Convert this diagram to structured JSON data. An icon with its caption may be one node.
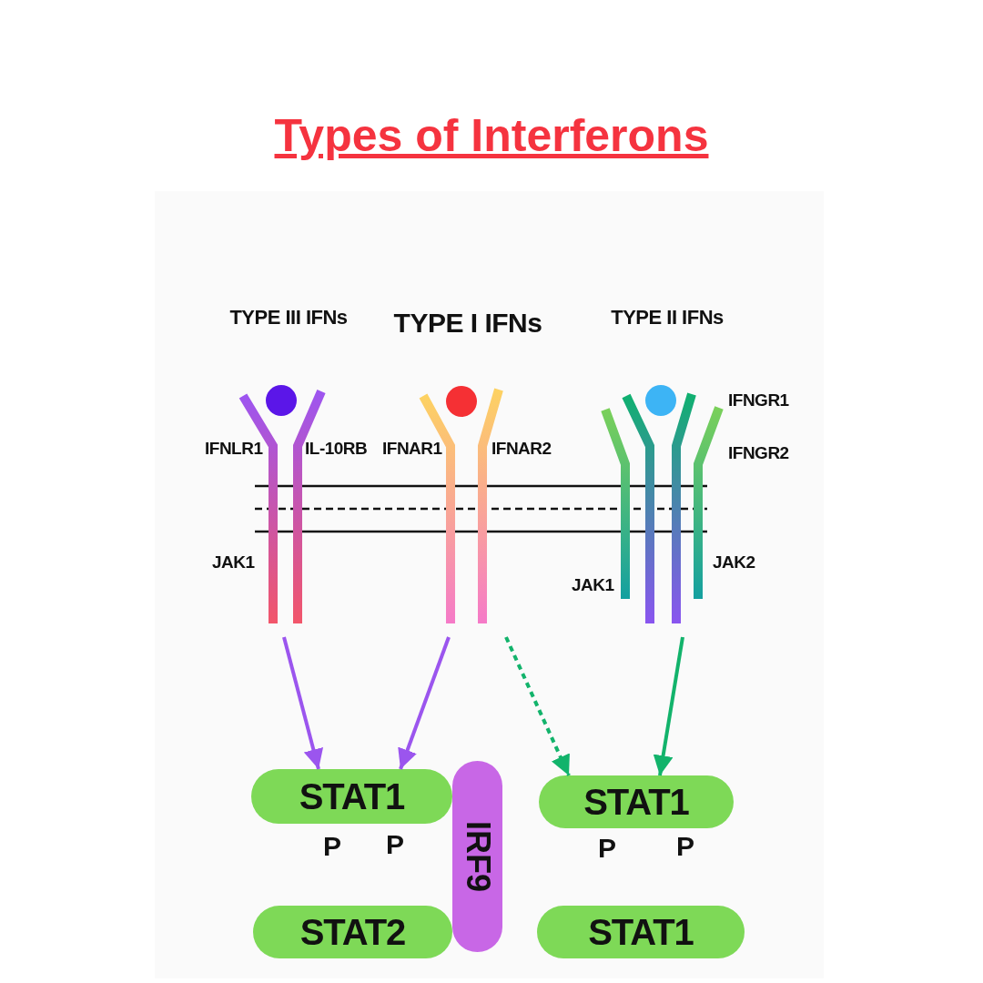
{
  "diagram": {
    "title": "Types of Interferons",
    "nodes": [
      {
        "text": [
          "TYPE III IFNs"
        ],
        "beside": [
          "IFNLR1",
          "IL-10RB",
          "JAK1"
        ]
      },
      {
        "text": [
          "TYPE I IFNs"
        ],
        "beside": [
          "IFNAR1",
          "IFNAR2"
        ]
      },
      {
        "text": [
          "TYPE II IFNs"
        ],
        "beside": [
          "IFNGR1",
          "IFNGR2",
          "JAK1",
          "JAK2"
        ]
      },
      {
        "text": [
          "STAT1"
        ]
      },
      {
        "text": [
          "IRF9"
        ]
      },
      {
        "text": [
          "STAT1"
        ]
      },
      {
        "text": [
          "STAT2"
        ]
      },
      {
        "text": [
          "STAT1"
        ]
      }
    ],
    "edges": [
      {
        "from": 0,
        "to": 3,
        "arrow": "to",
        "color": "#9b55ee"
      },
      {
        "from": 1,
        "to": 3,
        "arrow": "to",
        "color": "#9b55ee"
      },
      {
        "from": 1,
        "to": 5,
        "arrow": "to",
        "style": "dashed",
        "color": "#12b36b"
      },
      {
        "from": 2,
        "to": 5,
        "arrow": "to",
        "color": "#12b36b"
      }
    ],
    "labels": [
      "P",
      "P",
      "P",
      "P"
    ]
  }
}
